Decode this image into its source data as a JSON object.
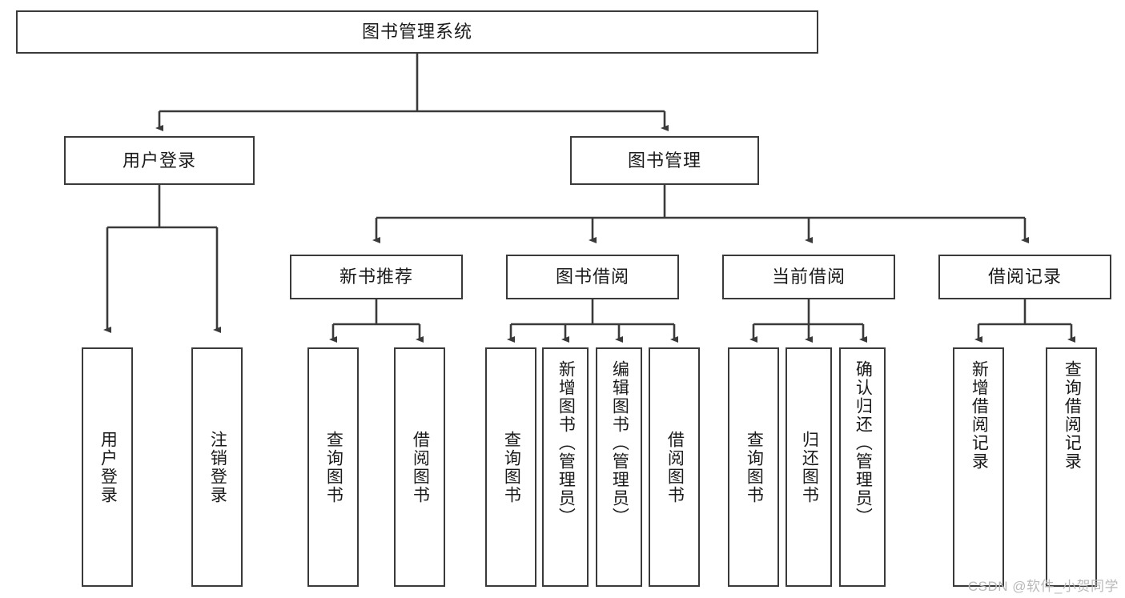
{
  "diagram": {
    "type": "tree",
    "title": "图书管理系统",
    "watermark": "CSDN @软件_小贺同学",
    "nodes": {
      "root": {
        "label": "图书管理系统"
      },
      "l2": [
        {
          "label": "用户登录"
        },
        {
          "label": "图书管理"
        }
      ],
      "l3": [
        {
          "label": "新书推荐"
        },
        {
          "label": "图书借阅"
        },
        {
          "label": "当前借阅"
        },
        {
          "label": "借阅记录"
        }
      ],
      "leaves": {
        "user_login": [
          {
            "label": "用户登录"
          },
          {
            "label": "注销登录"
          }
        ],
        "new_book": [
          {
            "label": "查询图书"
          },
          {
            "label": "借阅图书"
          }
        ],
        "book_borrow": [
          {
            "label": "查询图书"
          },
          {
            "label": "新增图书（管理员）"
          },
          {
            "label": "编辑图书（管理员）"
          },
          {
            "label": "借阅图书"
          }
        ],
        "current_borrow": [
          {
            "label": "查询图书"
          },
          {
            "label": "归还图书"
          },
          {
            "label": "确认归还（管理员）"
          }
        ],
        "borrow_record": [
          {
            "label": "新增借阅记录"
          },
          {
            "label": "查询借阅记录"
          }
        ]
      }
    },
    "colors": {
      "stroke": "#3a3a3a",
      "fill": "#ffffff",
      "text": "#1a1a1a",
      "watermark": "#b9b9b9"
    }
  }
}
